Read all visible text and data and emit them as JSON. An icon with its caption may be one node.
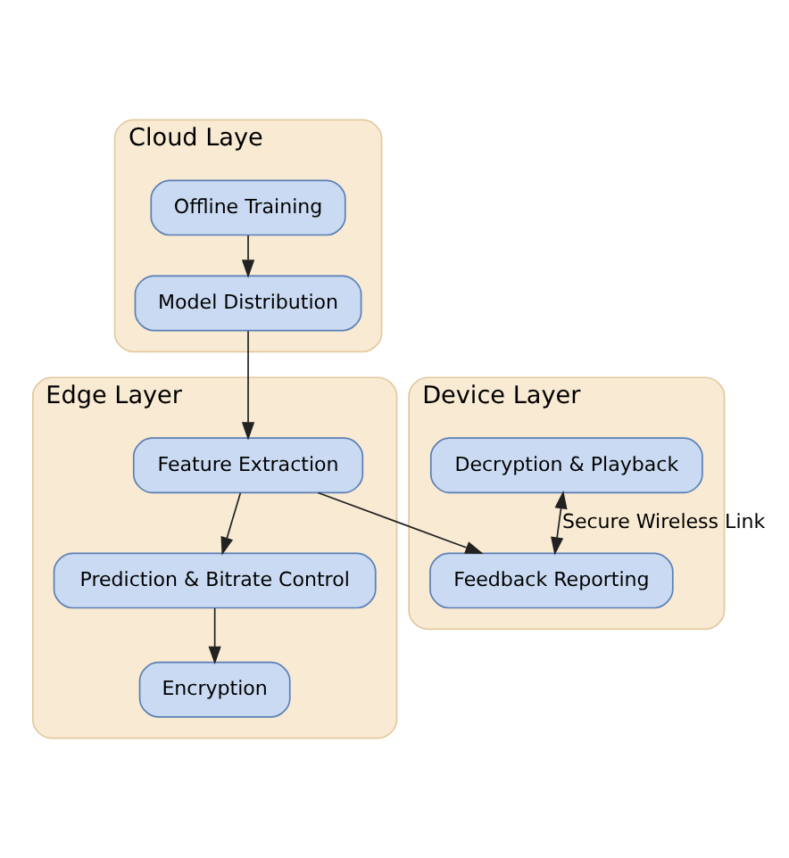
{
  "diagram": {
    "nodes": [
      {
        "text": [
          "Cloud Laye"
        ]
      },
      {
        "text": [
          "Offline Training"
        ],
        "in": 0
      },
      {
        "text": [
          "Model Distribution"
        ],
        "in": 0
      },
      {
        "text": [
          "Edge Layer"
        ]
      },
      {
        "text": [
          "Feature Extraction"
        ],
        "in": 3
      },
      {
        "text": [
          "Prediction & Bitrate Control"
        ],
        "in": 3
      },
      {
        "text": [
          "Encryption"
        ],
        "in": 3
      },
      {
        "text": [
          "Device Layer"
        ]
      },
      {
        "text": [
          "Feedback Reporting"
        ],
        "in": 7
      },
      {
        "text": [
          "Decryption & Playback"
        ],
        "in": 7
      }
    ],
    "edges": [
      {
        "from": 1,
        "to": 2,
        "arrow": "to"
      },
      {
        "from": 2,
        "to": 4,
        "arrow": "to"
      },
      {
        "from": 4,
        "to": 5,
        "arrow": "to"
      },
      {
        "from": 5,
        "to": 6,
        "arrow": "to"
      },
      {
        "from": 4,
        "to": 8,
        "arrow": "to"
      },
      {
        "from": 9,
        "to": 8,
        "arrow": "both",
        "label": "Secure Wireless Link"
      }
    ]
  }
}
